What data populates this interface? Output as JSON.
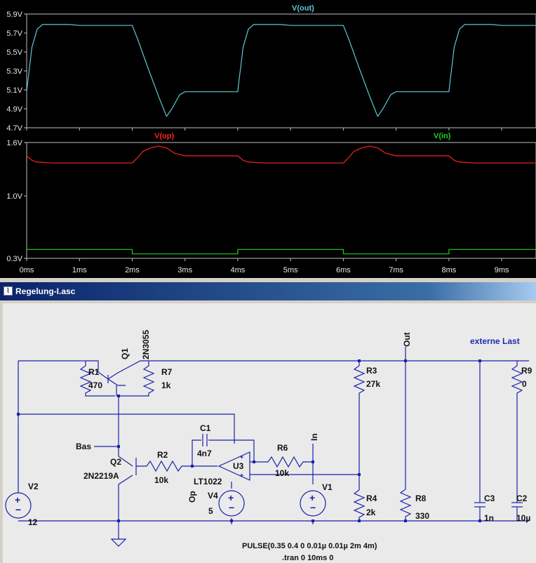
{
  "plot": {
    "top_pane": {
      "trace_label": "V(out)",
      "trace_color": "#5ec8d8",
      "y_ticks": [
        "5.9V",
        "5.7V",
        "5.5V",
        "5.3V",
        "5.1V",
        "4.9V",
        "4.7V"
      ]
    },
    "bottom_pane": {
      "trace_labels": [
        {
          "name": "V(op)",
          "color": "#ff2020"
        },
        {
          "name": "V(in)",
          "color": "#20d020"
        }
      ],
      "y_ticks": [
        "1.6V",
        "1.0V",
        "0.3V"
      ]
    },
    "x_ticks": [
      "0ms",
      "1ms",
      "2ms",
      "3ms",
      "4ms",
      "5ms",
      "6ms",
      "7ms",
      "8ms",
      "9ms"
    ]
  },
  "window": {
    "title": "Regelung-I.asc"
  },
  "schematic": {
    "labels": {
      "r1_name": "R1",
      "r1_val": "470",
      "q1_name": "Q1",
      "q1_model": "2N3055",
      "r7_name": "R7",
      "r7_val": "1k",
      "out": "Out",
      "externe_last": "externe Last",
      "r3_name": "R3",
      "r3_val": "27k",
      "r9_name": "R9",
      "r9_val": "0",
      "c1_name": "C1",
      "c1_val": "4n7",
      "bas": "Bas",
      "q2_name": "Q2",
      "q2_model": "2N2219A",
      "r2_name": "R2",
      "r2_val": "10k",
      "u3_name": "U3",
      "u3_model": "LT1022",
      "r6_name": "R6",
      "r6_val": "10k",
      "in": "In",
      "v2_name": "V2",
      "v2_val": "12",
      "op": "Op",
      "v4_name": "V4",
      "v4_val": "5",
      "v1_name": "V1",
      "r4_name": "R4",
      "r4_val": "2k",
      "r8_name": "R8",
      "r8_val": "330",
      "c3_name": "C3",
      "c3_val": "1n",
      "c2_name": "C2",
      "c2_val": "10µ"
    },
    "directives": {
      "pulse": "PULSE(0.35 0.4 0 0.01µ 0.01µ 2m 4m)",
      "tran": ".tran 0 10ms 0"
    }
  },
  "chart_data": {
    "type": "line",
    "panes": [
      {
        "series": [
          {
            "name": "V(out)",
            "unit": "V",
            "x": [
              0,
              0.02,
              0.1,
              0.2,
              0.3,
              0.5,
              0.8,
              1.0,
              1.5,
              2.0,
              2.1,
              2.3,
              2.5,
              2.65,
              2.75,
              2.9,
              3.0,
              3.5,
              4.0,
              4.02,
              4.1,
              4.2,
              4.3,
              4.5,
              4.8,
              5.0,
              5.5,
              6.0,
              6.1,
              6.3,
              6.5,
              6.65,
              6.75,
              6.9,
              7.0,
              7.5,
              8.0,
              8.02,
              8.1,
              8.2,
              8.3,
              8.5,
              8.8,
              9.0,
              9.5,
              9.65
            ],
            "y": [
              5.08,
              5.18,
              5.55,
              5.74,
              5.79,
              5.79,
              5.79,
              5.78,
              5.78,
              5.78,
              5.64,
              5.33,
              5.03,
              4.82,
              4.9,
              5.05,
              5.08,
              5.08,
              5.08,
              5.18,
              5.55,
              5.74,
              5.79,
              5.79,
              5.79,
              5.78,
              5.78,
              5.78,
              5.64,
              5.33,
              5.03,
              4.82,
              4.9,
              5.05,
              5.08,
              5.08,
              5.08,
              5.18,
              5.55,
              5.74,
              5.79,
              5.79,
              5.79,
              5.78,
              5.78,
              5.78
            ]
          }
        ],
        "ylim": [
          4.7,
          5.9
        ]
      },
      {
        "series": [
          {
            "name": "V(op)",
            "unit": "V",
            "x": [
              0,
              0.1,
              0.2,
              0.5,
              1.0,
              1.5,
              2.0,
              2.1,
              2.2,
              2.35,
              2.5,
              2.65,
              2.8,
              3.0,
              3.2,
              3.5,
              4.0,
              4.1,
              4.2,
              4.5,
              5.0,
              5.5,
              6.0,
              6.1,
              6.2,
              6.35,
              6.5,
              6.65,
              6.8,
              7.0,
              7.2,
              7.5,
              8.0,
              8.1,
              8.2,
              8.5,
              9.0,
              9.65
            ],
            "y": [
              1.45,
              1.4,
              1.38,
              1.37,
              1.37,
              1.37,
              1.37,
              1.43,
              1.5,
              1.54,
              1.56,
              1.54,
              1.48,
              1.45,
              1.45,
              1.45,
              1.45,
              1.4,
              1.38,
              1.37,
              1.37,
              1.37,
              1.37,
              1.43,
              1.5,
              1.54,
              1.56,
              1.54,
              1.48,
              1.45,
              1.45,
              1.45,
              1.45,
              1.4,
              1.38,
              1.37,
              1.37,
              1.37
            ]
          },
          {
            "name": "V(in)",
            "unit": "V",
            "x": [
              0,
              2.0,
              2.0,
              4.0,
              4.0,
              6.0,
              6.0,
              8.0,
              8.0,
              9.65
            ],
            "y": [
              0.4,
              0.4,
              0.35,
              0.35,
              0.4,
              0.4,
              0.35,
              0.35,
              0.4,
              0.4
            ]
          }
        ],
        "ylim": [
          0.3,
          1.6
        ]
      }
    ],
    "xlabel": "",
    "xlim": [
      0,
      9.65
    ],
    "grid": false
  }
}
